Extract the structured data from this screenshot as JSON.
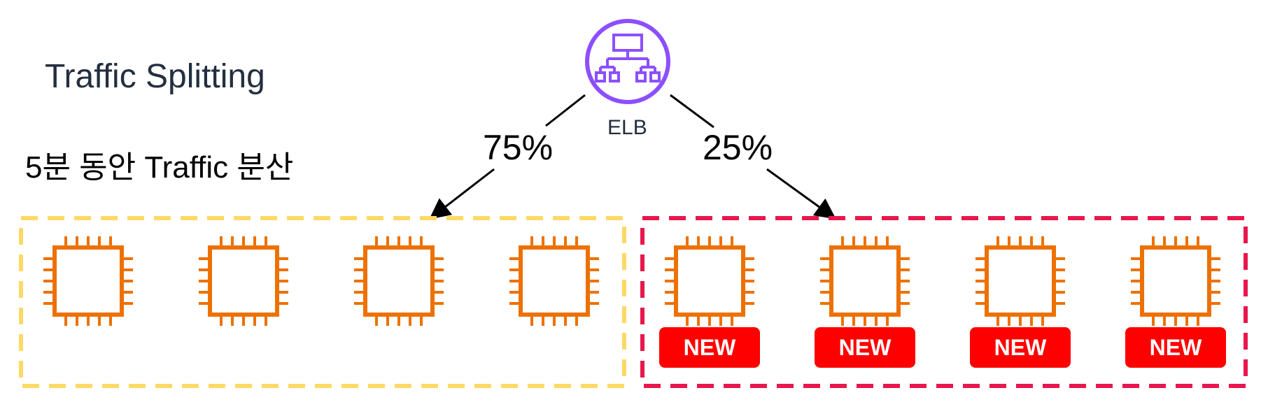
{
  "title": "Traffic Splitting",
  "subtitle": "5분 동안 Traffic 분산",
  "load_balancer": {
    "label": "ELB",
    "icon": "load-balancer-icon",
    "color": "#8c4fff"
  },
  "splits": {
    "left": "75%",
    "right": "25%"
  },
  "groups": {
    "old": {
      "border_color": "#ffd966",
      "count": 4,
      "icon": "ec2-instance-icon"
    },
    "new": {
      "border_color": "#e8174d",
      "count": 4,
      "icon": "ec2-instance-icon",
      "badge": "NEW",
      "badge_color": "#ff0000"
    }
  },
  "instance_color": "#ed7100",
  "badges": [
    "NEW",
    "NEW",
    "NEW",
    "NEW"
  ]
}
